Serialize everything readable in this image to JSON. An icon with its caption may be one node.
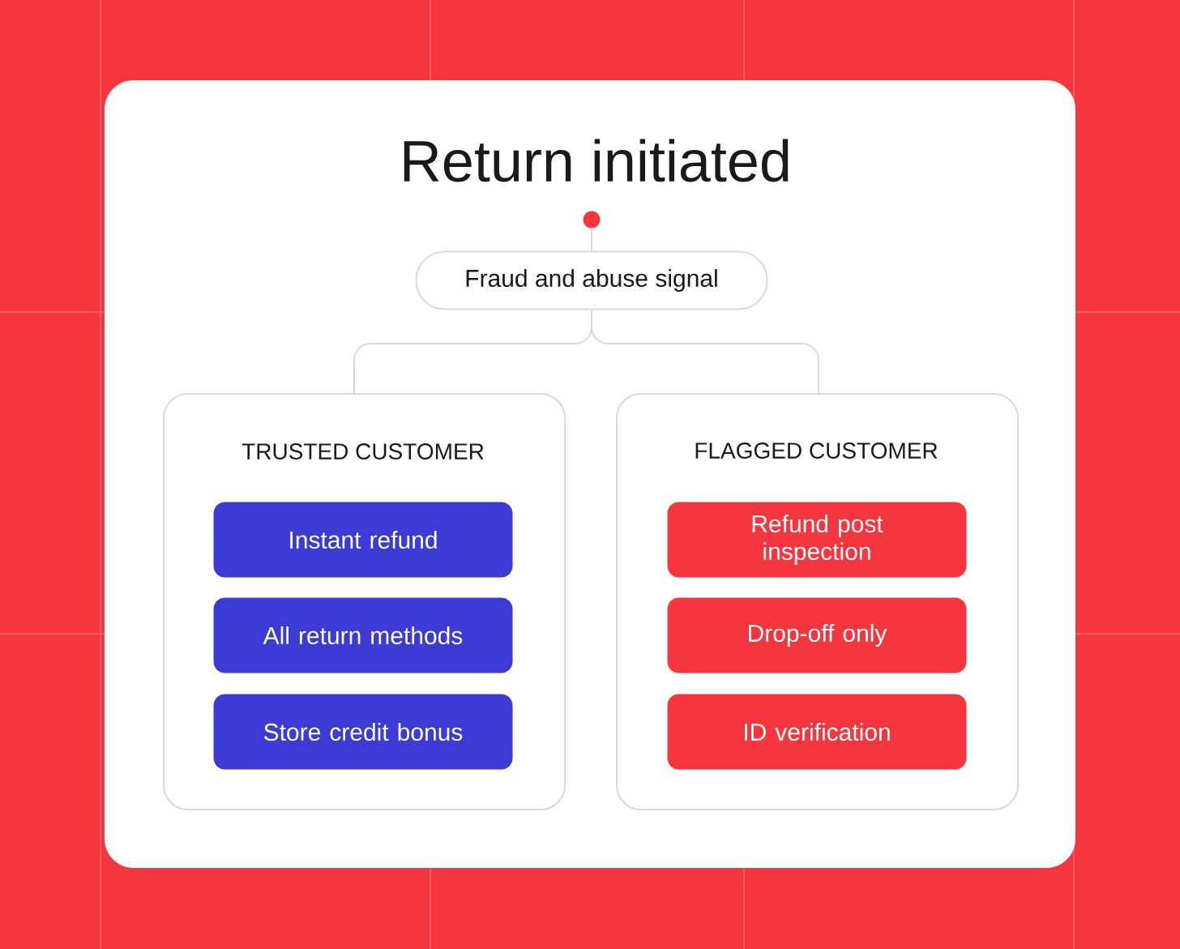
{
  "diagram": {
    "title": "Return initiated",
    "nodes": [
      {
        "text": [],
        "shape": "circle"
      },
      {
        "text": [
          "Fraud and abuse signal"
        ]
      },
      {
        "text": [
          "TRUSTED CUSTOMER"
        ]
      },
      {
        "text": [
          "Instant refund"
        ],
        "in": 2
      },
      {
        "text": [
          "All return methods"
        ],
        "in": 2
      },
      {
        "text": [
          "Store credit bonus"
        ],
        "in": 2
      },
      {
        "text": [
          "FLAGGED CUSTOMER"
        ]
      },
      {
        "text": [
          "Refund post inspection"
        ],
        "in": 6
      },
      {
        "text": [
          "Drop-off only"
        ],
        "in": 6
      },
      {
        "text": [
          "ID verification"
        ],
        "in": 6
      }
    ],
    "edges": [
      {
        "from": 0,
        "to": 1,
        "arrow": "none"
      },
      {
        "from": 1,
        "to": 2,
        "arrow": "none"
      },
      {
        "from": 1,
        "to": 6,
        "arrow": "none"
      }
    ]
  }
}
